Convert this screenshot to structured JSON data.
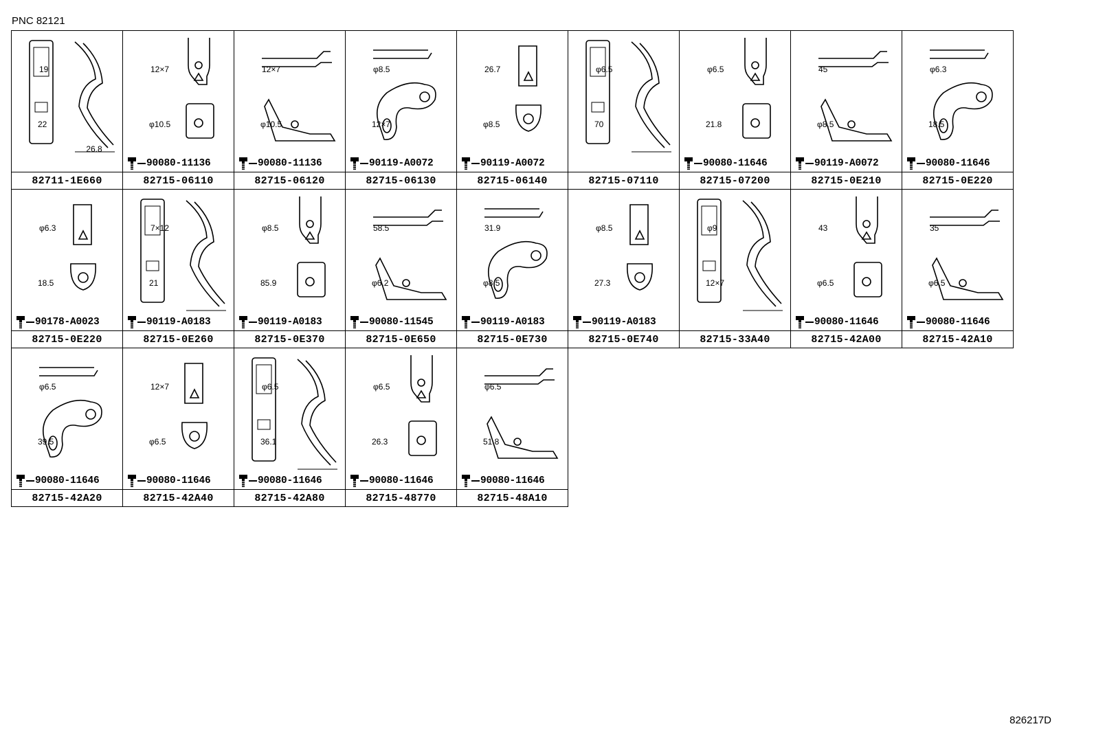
{
  "header": {
    "pnc": "PNC 82121"
  },
  "footer": {
    "ref": "826217D"
  },
  "rows": [
    [
      {
        "part": "82711-1E660",
        "bolt": "",
        "dims": [
          "19",
          "22",
          "26.8"
        ]
      },
      {
        "part": "82715-06110",
        "bolt": "90080-11136",
        "dims": [
          "12×7",
          "φ10.5"
        ]
      },
      {
        "part": "82715-06120",
        "bolt": "90080-11136",
        "dims": [
          "12×7",
          "φ10.5"
        ]
      },
      {
        "part": "82715-06130",
        "bolt": "90119-A0072",
        "dims": [
          "φ8.5",
          "12×7"
        ]
      },
      {
        "part": "82715-06140",
        "bolt": "90119-A0072",
        "dims": [
          "26.7",
          "φ8.5"
        ]
      },
      {
        "part": "82715-07110",
        "bolt": "",
        "dims": [
          "φ6.5",
          "70"
        ]
      },
      {
        "part": "82715-07200",
        "bolt": "90080-11646",
        "dims": [
          "φ6.5",
          "21.8"
        ]
      },
      {
        "part": "82715-0E210",
        "bolt": "90119-A0072",
        "dims": [
          "45",
          "φ8.5"
        ]
      },
      {
        "part": "82715-0E220",
        "bolt": "90080-11646",
        "dims": [
          "φ6.3",
          "18.5"
        ]
      }
    ],
    [
      {
        "part": "82715-0E220",
        "bolt": "90178-A0023",
        "dims": [
          "φ6.3",
          "18.5"
        ]
      },
      {
        "part": "82715-0E260",
        "bolt": "90119-A0183",
        "dims": [
          "7×12",
          "21"
        ]
      },
      {
        "part": "82715-0E370",
        "bolt": "90119-A0183",
        "dims": [
          "φ8.5",
          "85.9"
        ]
      },
      {
        "part": "82715-0E650",
        "bolt": "90080-11545",
        "dims": [
          "58.5",
          "φ6.2"
        ]
      },
      {
        "part": "82715-0E730",
        "bolt": "90119-A0183",
        "dims": [
          "31.9",
          "φ8.5"
        ]
      },
      {
        "part": "82715-0E740",
        "bolt": "90119-A0183",
        "dims": [
          "φ8.5",
          "27.3"
        ]
      },
      {
        "part": "82715-33A40",
        "bolt": "",
        "dims": [
          "φ9",
          "12×7"
        ]
      },
      {
        "part": "82715-42A00",
        "bolt": "90080-11646",
        "dims": [
          "43",
          "φ6.5"
        ]
      },
      {
        "part": "82715-42A10",
        "bolt": "90080-11646",
        "dims": [
          "35",
          "φ6.5"
        ]
      }
    ],
    [
      {
        "part": "82715-42A20",
        "bolt": "90080-11646",
        "dims": [
          "φ6.5",
          "39.5"
        ]
      },
      {
        "part": "82715-42A40",
        "bolt": "90080-11646",
        "dims": [
          "12×7",
          "φ6.5"
        ]
      },
      {
        "part": "82715-42A80",
        "bolt": "90080-11646",
        "dims": [
          "φ6.5",
          "36.1"
        ]
      },
      {
        "part": "82715-48770",
        "bolt": "90080-11646",
        "dims": [
          "φ6.5",
          "26.3"
        ]
      },
      {
        "part": "82715-48A10",
        "bolt": "90080-11646",
        "dims": [
          "φ6.5",
          "51.8"
        ]
      }
    ]
  ]
}
